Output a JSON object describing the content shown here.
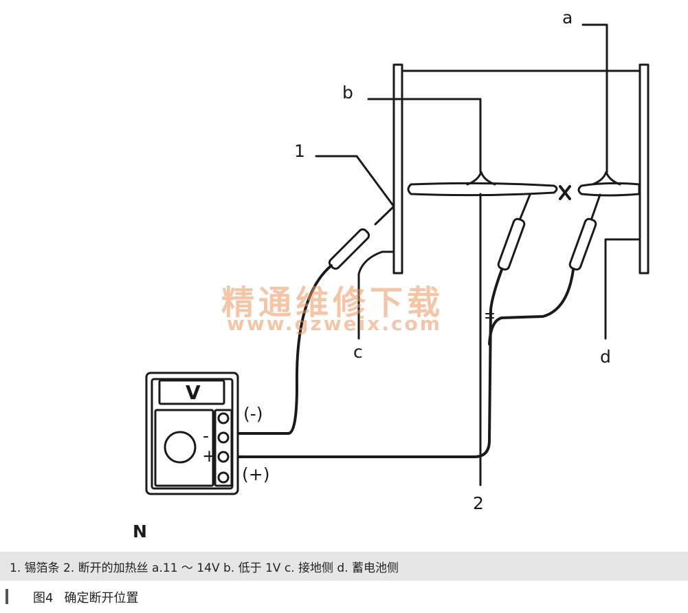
{
  "diagram": {
    "labels": {
      "a": "a",
      "b": "b",
      "c": "c",
      "d": "d",
      "item1": "1",
      "item2": "2",
      "neg": "(-)",
      "pos": "(+)",
      "north": "N",
      "meter_unit": "V",
      "meter_minus": "-",
      "meter_plus": "+",
      "break_mark": "×"
    },
    "watermark": {
      "title": "精通维修下载",
      "url": "www.gzweix.com"
    }
  },
  "caption": {
    "legend": "1. 锡箔条  2. 断开的加热丝  a.11 ～ 14V  b. 低于 1V  c. 接地侧  d. 蓄电池侧"
  },
  "figure": {
    "number": "图4",
    "title": "确定断开位置"
  }
}
